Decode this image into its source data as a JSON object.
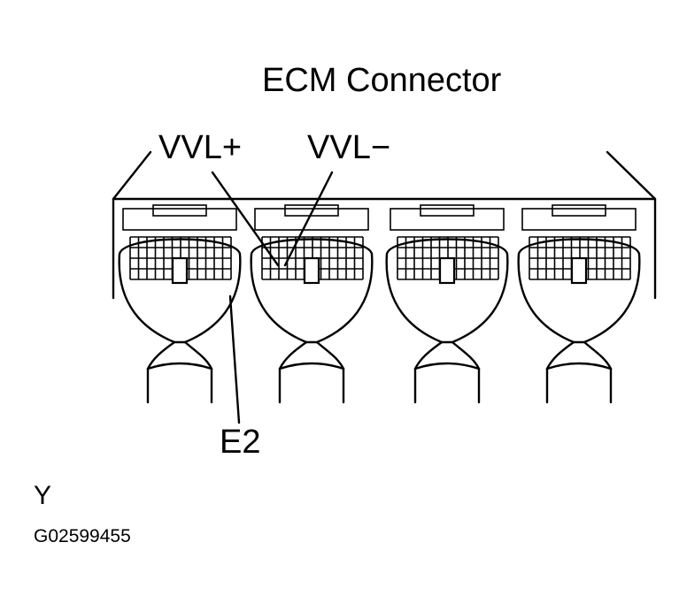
{
  "diagram": {
    "title": "ECM Connector",
    "labels": {
      "vvl_plus": "VVL+",
      "vvl_minus": "VVL−",
      "e2": "E2"
    },
    "footer": {
      "letter": "Y",
      "code": "G02599455"
    },
    "connector_count": 4,
    "colors": {
      "line": "#000000",
      "background": "#ffffff"
    }
  }
}
